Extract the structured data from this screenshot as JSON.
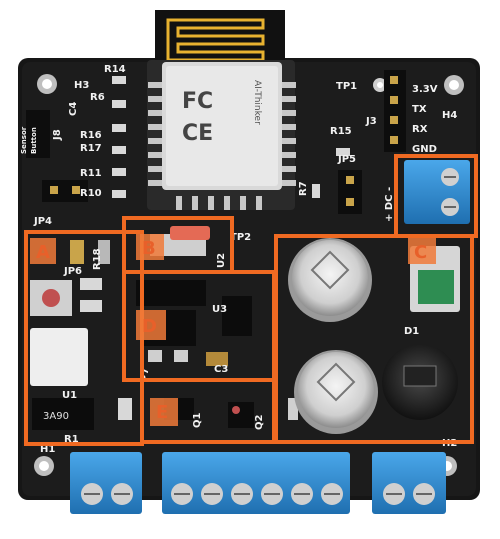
{
  "board": {
    "colors": {
      "pcb": "#161616",
      "silk": "#f2f2f2",
      "highlight": "#f06a22",
      "terminal": "#2f8fd6",
      "module_metal": "#d9d9d9",
      "antenna": "#e8b230"
    },
    "module": {
      "brand": "AI-Thinker",
      "mark1": "FC",
      "mark2": "CE"
    },
    "labels": {
      "h3": "H3",
      "h4": "H4",
      "h1": "H1",
      "h2": "H2",
      "tp1": "TP1",
      "tp2": "TP2",
      "j3": "J3",
      "j8": "J8",
      "r14": "R14",
      "r6": "R6",
      "r16": "R16",
      "r17": "R17",
      "r11": "R11",
      "r10": "R10",
      "r15": "R15",
      "r7": "R7",
      "r1": "R1",
      "r18": "R18",
      "c4": "C4",
      "c3": "C3",
      "jp4": "JP4",
      "jp5": "JP5",
      "jp6": "JP6",
      "u1": "U1",
      "u2": "U2",
      "u3": "U3",
      "d1": "D1",
      "q1": "Q1",
      "q2": "Q2",
      "p7": "P7",
      "pin_33v": "3.3V",
      "pin_tx": "TX",
      "pin_rx": "RX",
      "pin_gnd": "GND",
      "dc": "+ DC -",
      "button1": "Sensor",
      "button2": "Button",
      "ic_mark": "3A90"
    },
    "zones": [
      {
        "letter": "A"
      },
      {
        "letter": "B"
      },
      {
        "letter": "C"
      },
      {
        "letter": "D"
      },
      {
        "letter": "E"
      }
    ]
  }
}
